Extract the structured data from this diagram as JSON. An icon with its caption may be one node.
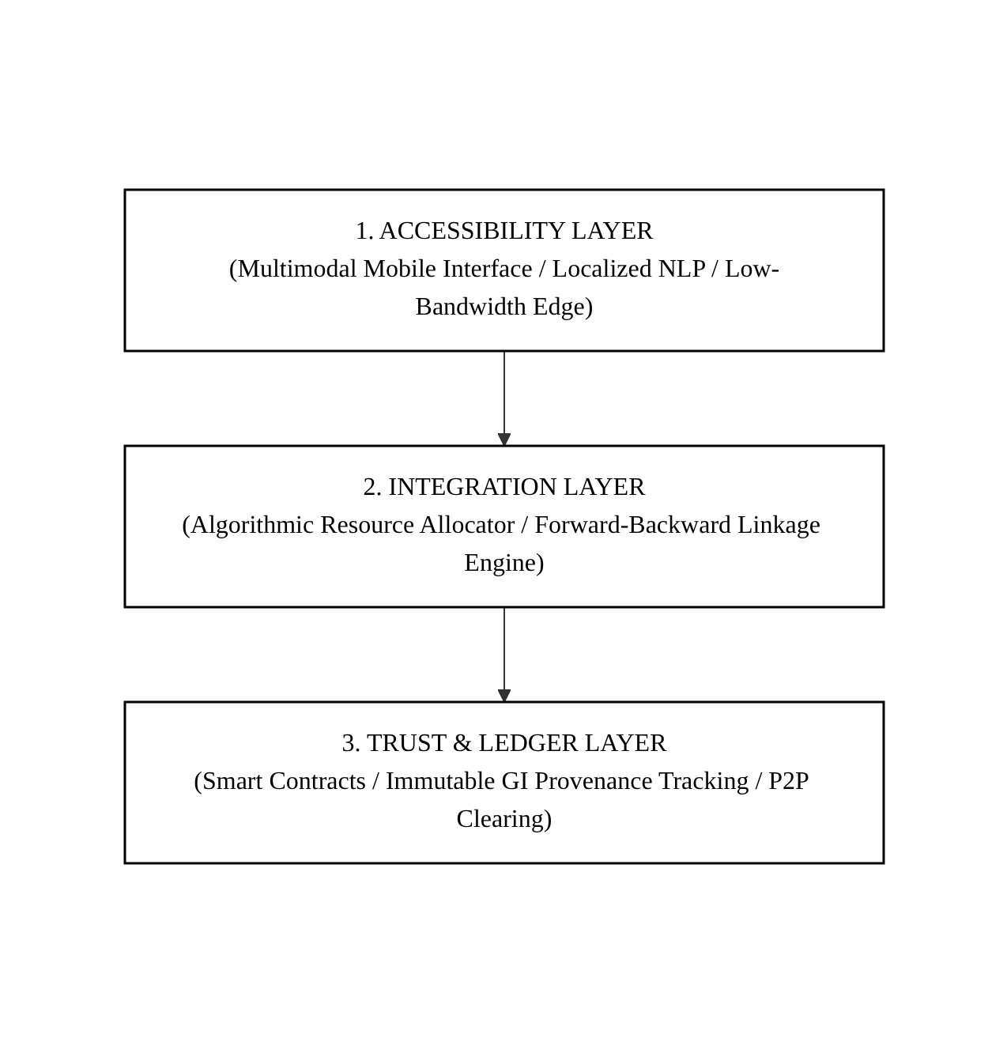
{
  "diagram": {
    "nodes": [
      {
        "text": [
          "1. ACCESSIBILITY LAYER",
          "(Multimodal Mobile Interface / Localized NLP / Low-Bandwidth Edge)"
        ]
      },
      {
        "text": [
          "2. INTEGRATION LAYER",
          "(Algorithmic Resource Allocator / Forward-Backward Linkage Engine)"
        ]
      },
      {
        "text": [
          "3. TRUST & LEDGER LAYER",
          "(Smart Contracts / Immutable GI Provenance Tracking / P2P Clearing)"
        ]
      }
    ],
    "edges": [
      {
        "from": 0,
        "to": 1,
        "arrow": "to"
      },
      {
        "from": 1,
        "to": 2,
        "arrow": "to"
      }
    ]
  }
}
